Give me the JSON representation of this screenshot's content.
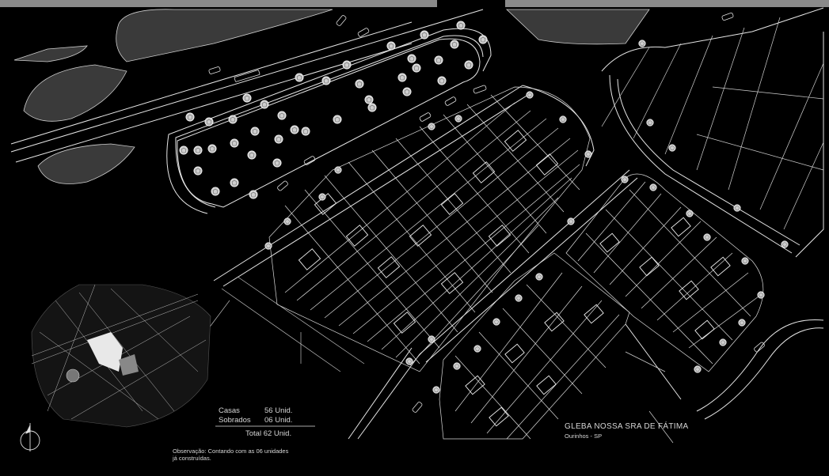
{
  "summary": {
    "rows": [
      {
        "label": "Casas",
        "value": "56 Unid."
      },
      {
        "label": "Sobrados",
        "value": "06 Unid."
      }
    ],
    "total": "Total 62 Unid."
  },
  "observation": {
    "line1": "Observação: Contando com as 06 unidades",
    "line2": "já construídas."
  },
  "project": {
    "title": "GLEBA NOSSA SRA DE FÁTIMA",
    "location": "Ourinhos - SP"
  },
  "colors": {
    "background": "#000000",
    "lines": "#e6e6e6",
    "fill_dark": "#3a3a3a",
    "frame": "#8a8a8a"
  },
  "icons": [
    "north-arrow-icon"
  ]
}
